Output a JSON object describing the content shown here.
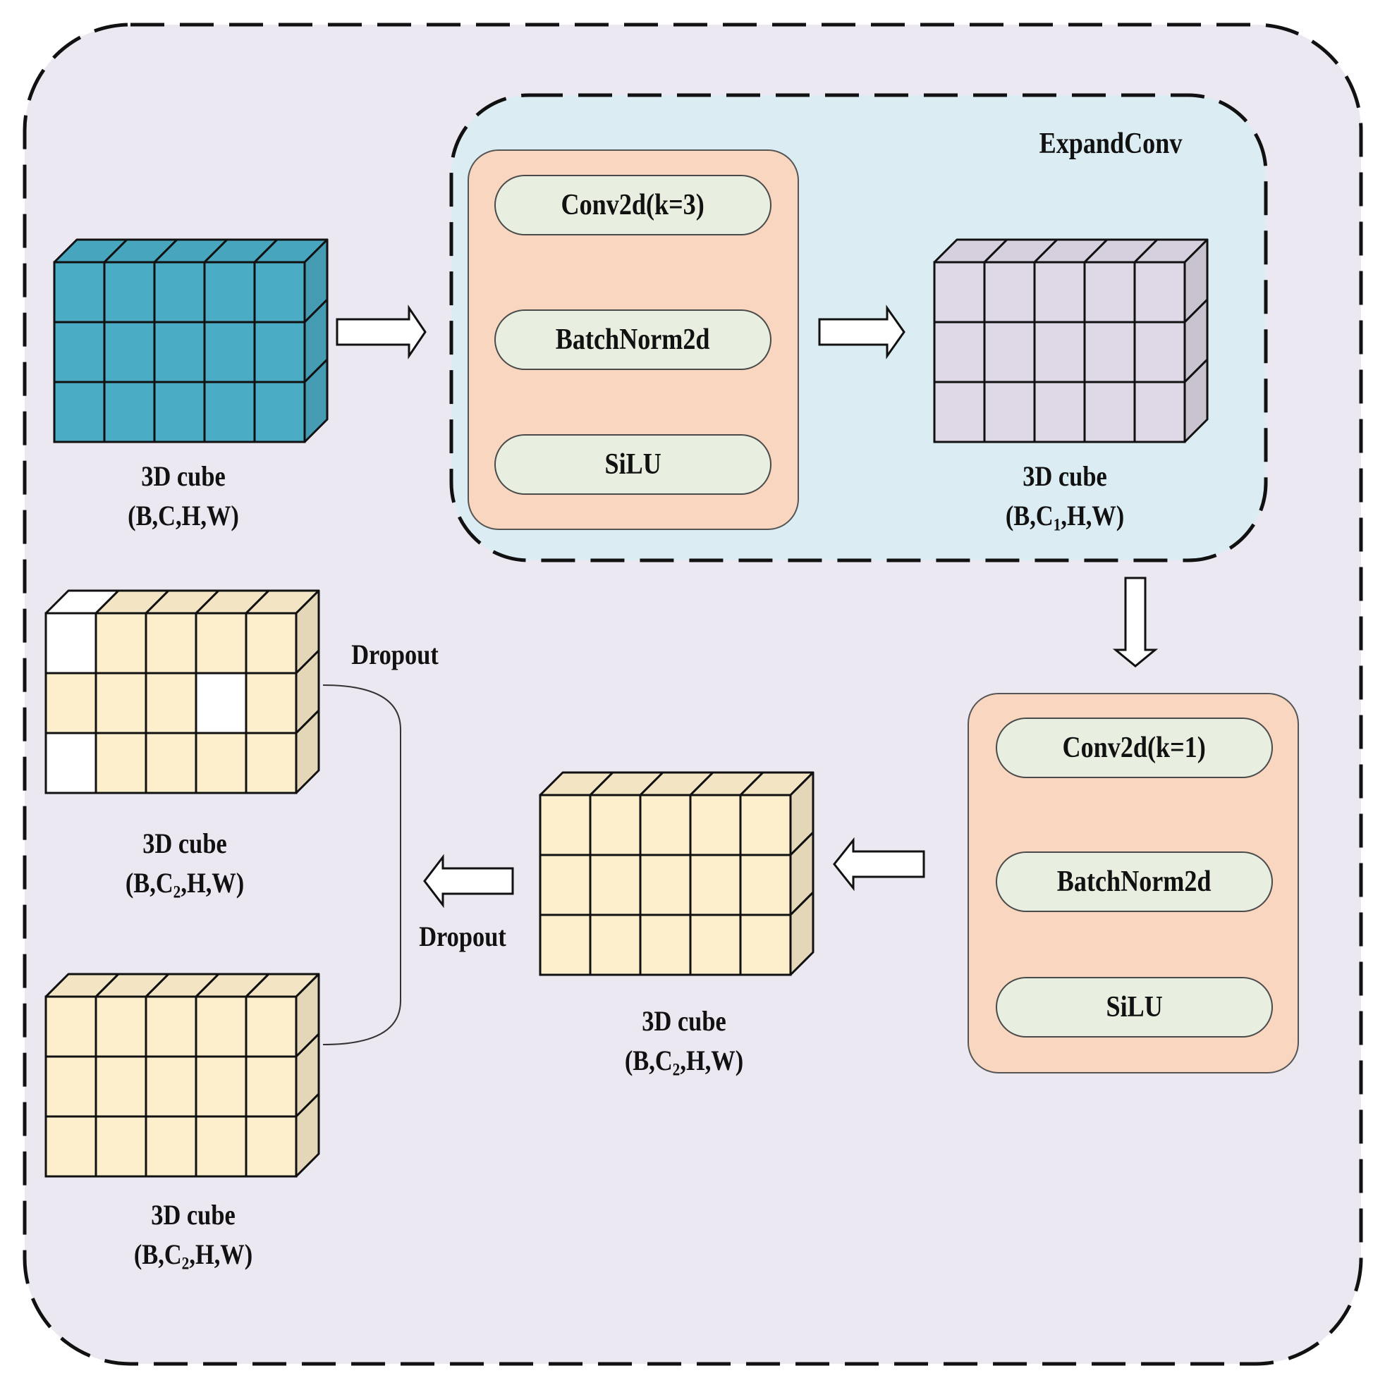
{
  "colors": {
    "outer_fill": "#ece8f1",
    "expand_fill": "#dbedf3",
    "block_fill": "#f8d6bf",
    "pill_fill": "#e8efe0",
    "input_cube": "#4bacc6",
    "expanded_cube": "#dfd8e6",
    "output_cube": "#fdefcc",
    "dropped_cell": "#ffffff"
  },
  "expand_conv": {
    "title": "ExpandConv",
    "layers": [
      "Conv2d(k=3)",
      "BatchNorm2d",
      "SiLU"
    ]
  },
  "project_block": {
    "layers": [
      "Conv2d(k=1)",
      "BatchNorm2d",
      "SiLU"
    ]
  },
  "cubes": {
    "input": {
      "name": "3D cube",
      "shape": "(B,C,H,W)"
    },
    "expanded": {
      "name": "3D cube",
      "shape_prefix": "(B,C",
      "shape_sub": "1",
      "shape_suffix": ",H,W)"
    },
    "projected": {
      "name": "3D cube",
      "shape_prefix": "(B,C",
      "shape_sub": "2",
      "shape_suffix": ",H,W)"
    },
    "dropout_out": {
      "name": "3D cube",
      "shape_prefix": "(B,C",
      "shape_sub": "2",
      "shape_suffix": ",H,W)"
    },
    "final": {
      "name": "3D cube",
      "shape_prefix": "(B,C",
      "shape_sub": "2",
      "shape_suffix": ",H,W)"
    }
  },
  "dropout_bracket_label": "Dropout",
  "dropout_arrow_label": "Dropout",
  "grid": {
    "rows": 3,
    "cols": 5
  }
}
